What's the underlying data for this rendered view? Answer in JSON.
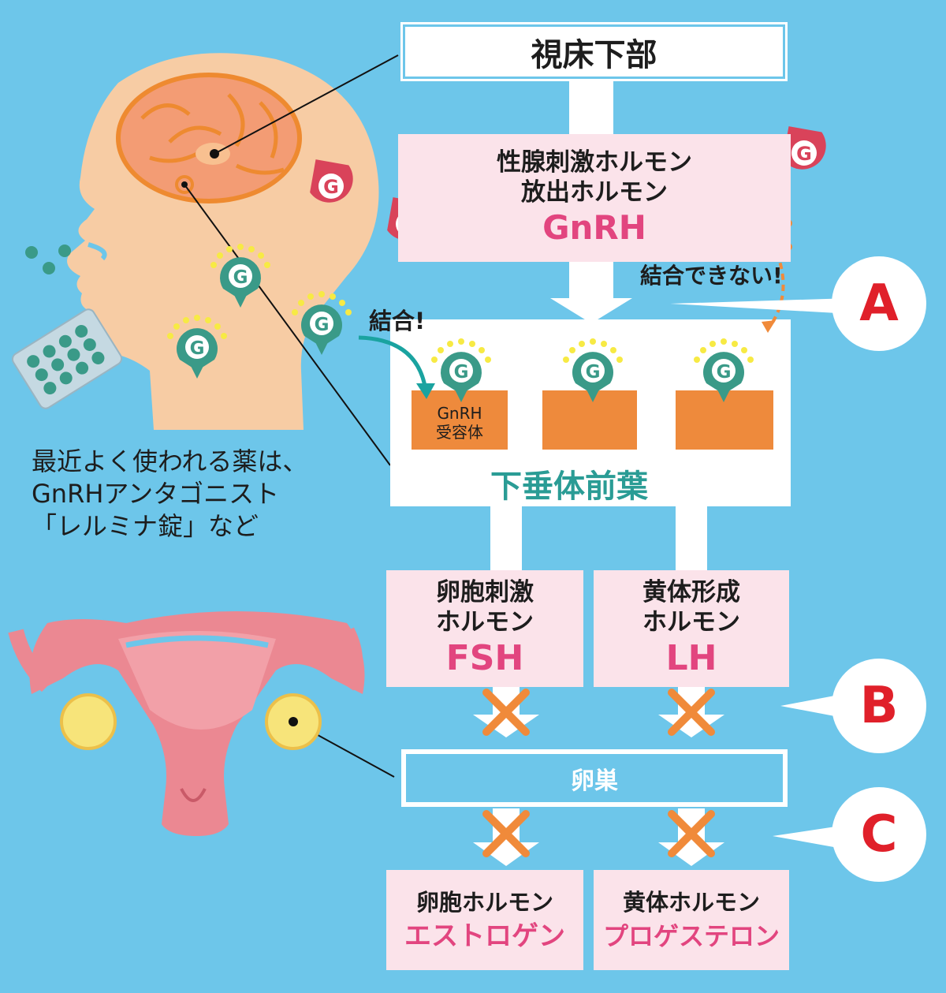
{
  "hypothalamus": "視床下部",
  "gnrh_box": {
    "line1": "性腺刺激ホルモン",
    "line2": "放出ホルモン",
    "abbr": "GnRH"
  },
  "cannot_bind": "結合できない!",
  "bind": "結合!",
  "g_letter": "G",
  "receptor": {
    "line1": "GnRH",
    "line2": "受容体"
  },
  "pituitary": "下垂体前葉",
  "fsh_box": {
    "line1": "卵胞刺激",
    "line2": "ホルモン",
    "abbr": "FSH"
  },
  "lh_box": {
    "line1": "黄体形成",
    "line2": "ホルモン",
    "abbr": "LH"
  },
  "ovary": "卵巣",
  "estrogen_box": {
    "line1": "卵胞ホルモン",
    "name": "エストロゲン"
  },
  "progesterone_box": {
    "line1": "黄体ホルモン",
    "name": "プロゲステロン"
  },
  "callouts": [
    "A",
    "B",
    "C"
  ],
  "drug_note": {
    "line1": "最近よく使われる薬は、",
    "line2": "GnRHアンタゴニスト",
    "line3": "「レルミナ錠」など"
  },
  "colors": {
    "background": "#6dc6ea",
    "pink_box": "#fbe3ea",
    "accent_pink": "#e2457f",
    "teal": "#2a9c95",
    "orange": "#f08a3a",
    "callout_red": "#e0202a",
    "gnrh_red": "#d9435a",
    "antagonist_teal": "#3a9a88"
  }
}
